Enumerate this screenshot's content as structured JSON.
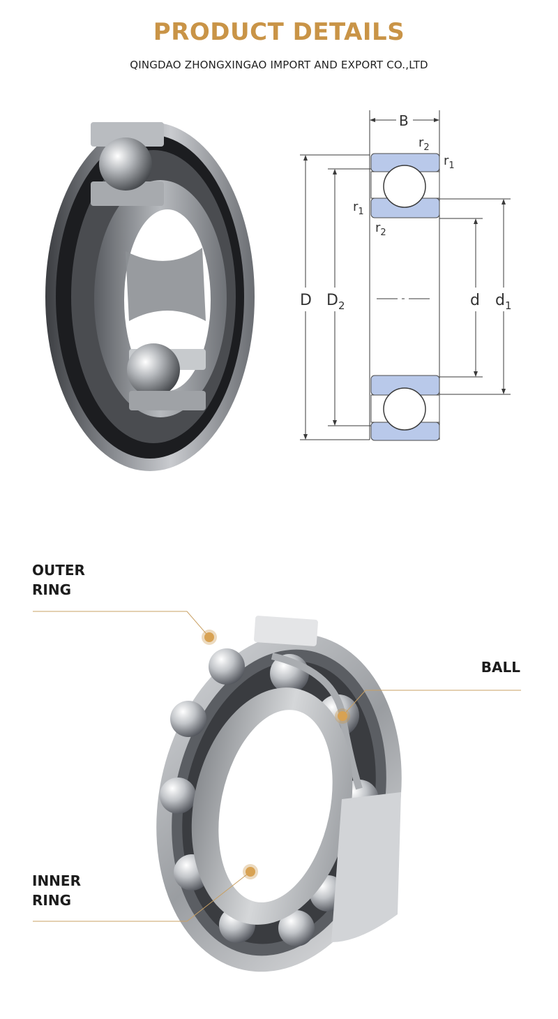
{
  "header": {
    "title": "PRODUCT DETAILS",
    "company": "QINGDAO ZHONGXINGAO IMPORT AND EXPORT CO.,LTD"
  },
  "diagram": {
    "labels": {
      "B": "B",
      "r1": "r",
      "r2": "r",
      "D": "D",
      "D2": "D",
      "d": "d",
      "d1": "d"
    },
    "subscripts": {
      "one": "1",
      "two": "2"
    }
  },
  "parts": {
    "outer_ring": [
      "OUTER",
      "RING"
    ],
    "ball": "BALL",
    "inner_ring": [
      "INNER",
      "RING"
    ]
  },
  "colors": {
    "accent": "#c99447",
    "seal_blue": "#b9c9ea",
    "callout_line": "#c9a063"
  }
}
